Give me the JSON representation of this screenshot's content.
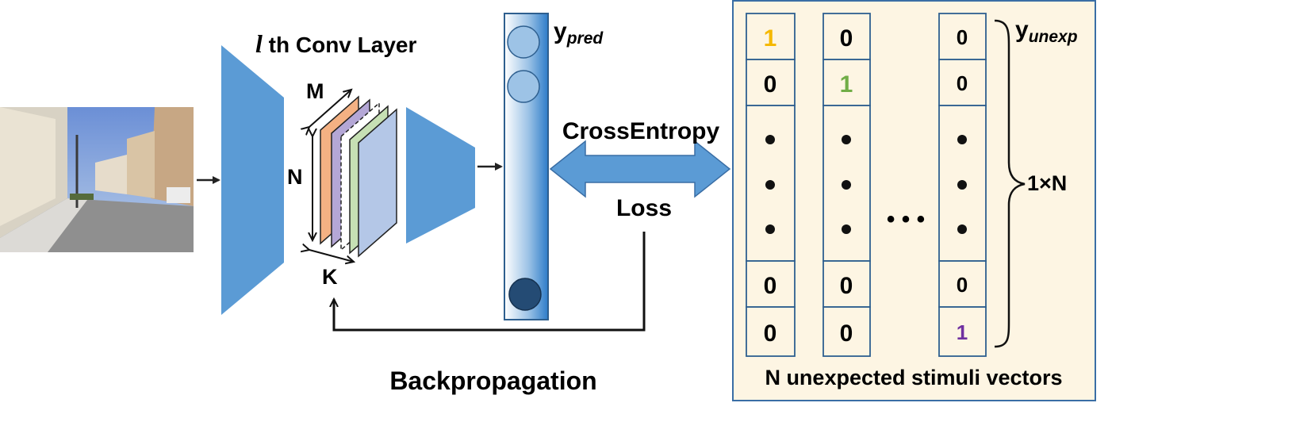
{
  "colors": {
    "network_blue": "#5b9bd5",
    "panel_fill": "#fdf5e3",
    "panel_border": "#3a6ea5",
    "yellow_one": "#f5b800",
    "green_one": "#70ad47",
    "purple_one": "#7030a0",
    "dark_node": "#244b74",
    "feature_map_colors": [
      "#f4b183",
      "#b4a7d6",
      "#c6e0b4",
      "#b4c7e7"
    ]
  },
  "conv_layer": {
    "l_symbol": "l",
    "title_rest": " th Conv Layer",
    "dim_m": "M",
    "dim_n": "N",
    "dim_k": "K"
  },
  "output": {
    "label_main": "y",
    "label_sub": "pred"
  },
  "loss": {
    "top_label": "CrossEntropy",
    "bottom_label": "Loss"
  },
  "backprop_label": "Backpropagation",
  "stimuli_panel": {
    "title": "N unexpected stimuli vectors",
    "label_main": "y",
    "label_sub": "unexp",
    "size_label": "1×N",
    "ellipsis": "•  •  •",
    "vectors": [
      {
        "values": [
          "1",
          "0",
          "0",
          "0"
        ],
        "highlight_index": 0,
        "highlight_color": "yellow"
      },
      {
        "values": [
          "0",
          "1",
          "0",
          "0"
        ],
        "highlight_index": 1,
        "highlight_color": "green"
      },
      {
        "values": [
          "0",
          "0",
          "0",
          "1"
        ],
        "highlight_index": 3,
        "highlight_color": "purple"
      }
    ]
  },
  "icons": [
    "street-photo",
    "arrow-right-icon",
    "double-arrow-icon",
    "brace-icon"
  ]
}
